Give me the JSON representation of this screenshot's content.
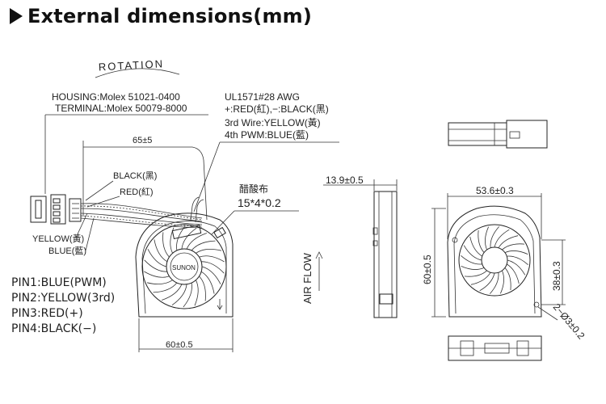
{
  "title": "External dimensions(mm)",
  "labels": {
    "rotation": "ROTATION",
    "housing": "HOUSING:Molex  51021-0400",
    "terminal": "TERMINAL:Molex  50079-8000",
    "wire_spec": "UL1571#28  AWG",
    "wire_colors": "+:RED(紅),−:BLACK(黑)",
    "wire3": "3rd  Wire:YELLOW(黃)",
    "wire4": "4th  PWM:BLUE(藍)",
    "cable_len": "65±5",
    "black": "BLACK(黑)",
    "red": "RED(紅)",
    "yellow": "YELLOW(黃)",
    "blue": "BLUE(藍)",
    "tape": "醋酸布",
    "tape_size": "15*4*0.2",
    "thickness": "13.9±0.5",
    "width": "53.6±0.3",
    "height": "60±0.5",
    "hole_dist": "38±0.3",
    "holes": "2−Ø3±0.2",
    "front_width": "60±0.5",
    "air_flow": "AIR FLOW",
    "brand": "SUNON"
  },
  "pins": [
    "PIN1:BLUE(PWM)",
    "PIN2:YELLOW(3rd)",
    "PIN3:RED(+)",
    "PIN4:BLACK(−)"
  ]
}
